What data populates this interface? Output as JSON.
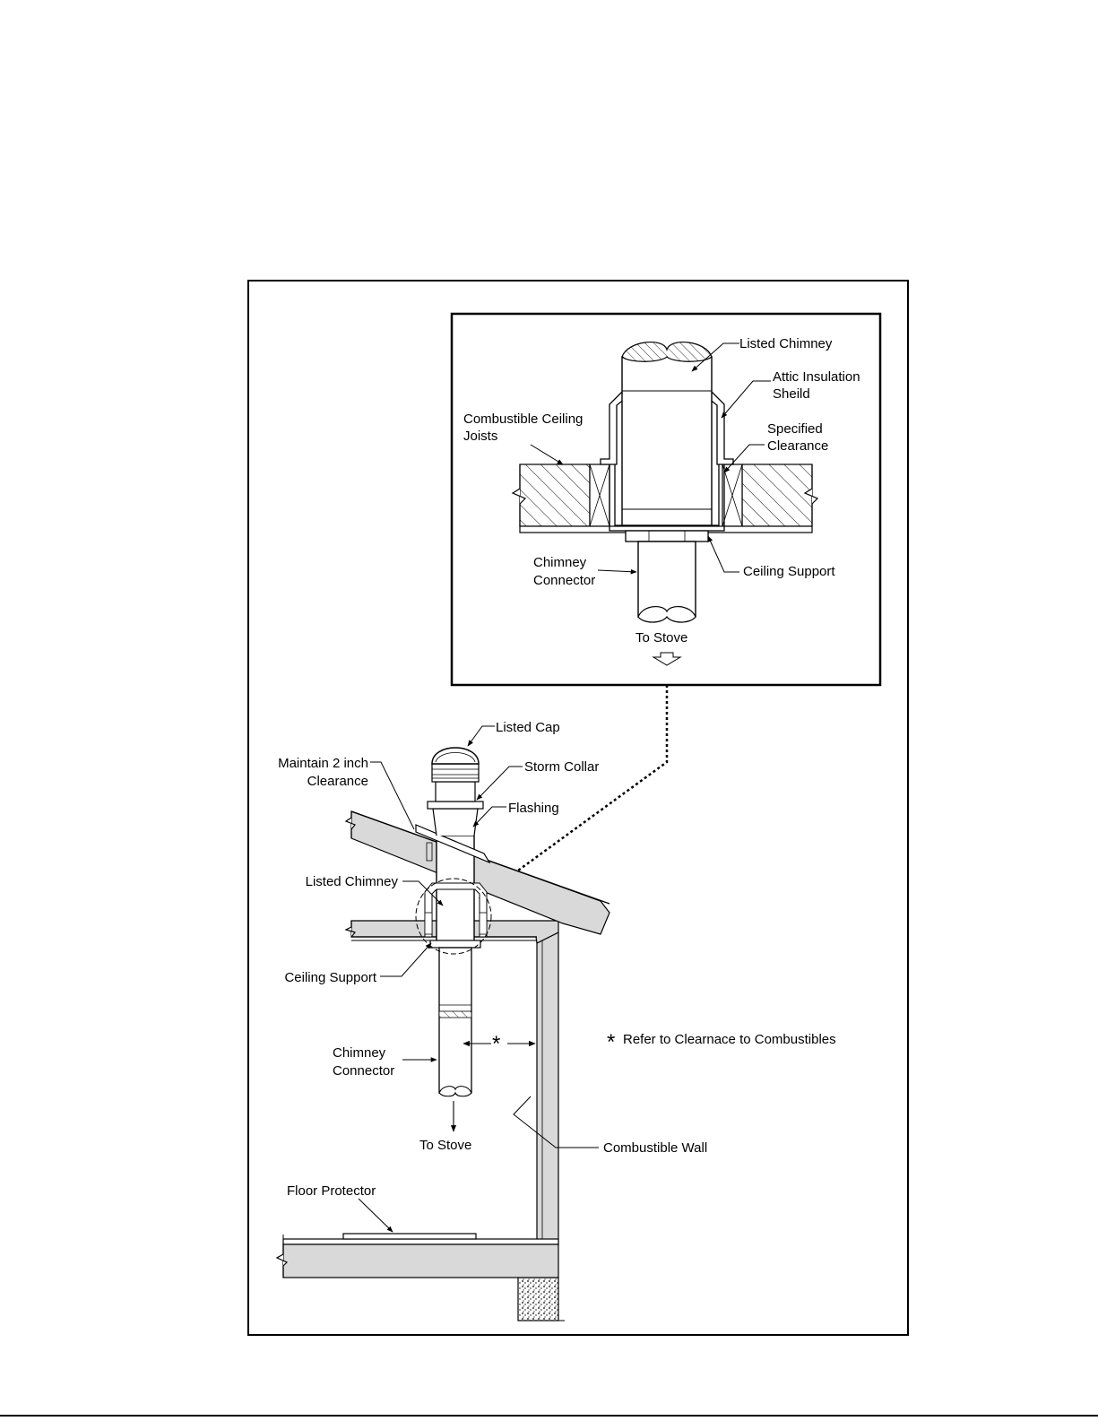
{
  "inset_labels": {
    "listed_chimney": "Listed Chimney",
    "attic_insulation_shield_1": "Attic Insulation",
    "attic_insulation_shield_2": "Sheild",
    "combustible_ceiling_joists_1": "Combustible Ceiling",
    "combustible_ceiling_joists_2": "Joists",
    "specified_clearance_1": "Specified",
    "specified_clearance_2": "Clearance",
    "chimney_connector_1": "Chimney",
    "chimney_connector_2": "Connector",
    "ceiling_support": "Ceiling Support",
    "to_stove": "To Stove"
  },
  "main_labels": {
    "listed_cap": "Listed Cap",
    "maintain_clearance_1": "Maintain 2 inch",
    "maintain_clearance_2": "Clearance",
    "storm_collar": "Storm Collar",
    "flashing": "Flashing",
    "listed_chimney": "Listed Chimney",
    "ceiling_support": "Ceiling Support",
    "clearance_marker": "*",
    "chimney_connector_1": "Chimney",
    "chimney_connector_2": "Connector",
    "to_stove": "To Stove",
    "combustible_wall": "Combustible Wall",
    "floor_protector": "Floor Protector"
  },
  "note": {
    "asterisk": "*",
    "text": "Refer to Clearnace to Combustibles"
  },
  "colors": {
    "line": "#000000",
    "wood_fill": "#d9d9d9",
    "paper": "#ffffff"
  }
}
